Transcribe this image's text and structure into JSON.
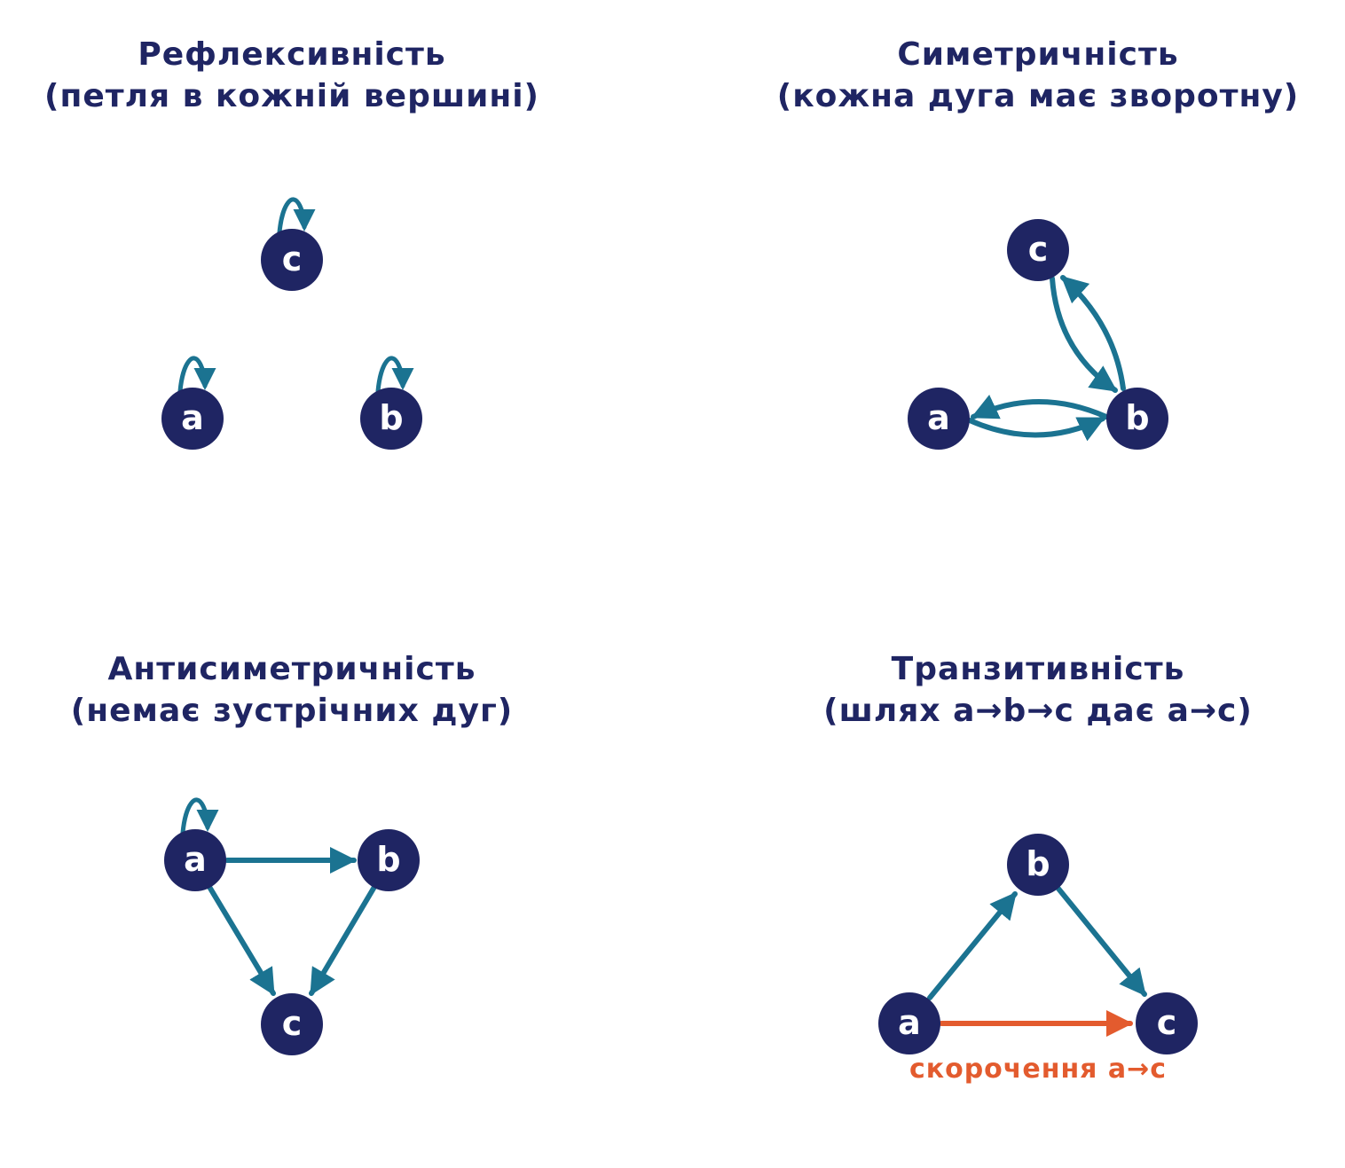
{
  "colors": {
    "node": "#1f2563",
    "edge": "#1b7391",
    "highlight": "#e35b2e",
    "label_on_node": "#ffffff",
    "title": "#1f2563"
  },
  "panels": [
    {
      "id": "reflexive",
      "title_line1": "Рефлексивність",
      "title_line2": "(петля в кожній вершині)",
      "nodes": [
        {
          "id": "c",
          "label": "c"
        },
        {
          "id": "a",
          "label": "a"
        },
        {
          "id": "b",
          "label": "b"
        }
      ],
      "loops": [
        "c",
        "a",
        "b"
      ],
      "edges": []
    },
    {
      "id": "symmetric",
      "title_line1": "Симетричність",
      "title_line2": "(кожна дуга має зворотну)",
      "nodes": [
        {
          "id": "c",
          "label": "c"
        },
        {
          "id": "a",
          "label": "a"
        },
        {
          "id": "b",
          "label": "b"
        }
      ],
      "loops": [],
      "edges": [
        {
          "from": "a",
          "to": "b"
        },
        {
          "from": "b",
          "to": "a"
        },
        {
          "from": "c",
          "to": "b"
        },
        {
          "from": "b",
          "to": "c"
        }
      ]
    },
    {
      "id": "antisymmetric",
      "title_line1": "Антисиметричність",
      "title_line2": "(немає зустрічних дуг)",
      "nodes": [
        {
          "id": "a",
          "label": "a"
        },
        {
          "id": "b",
          "label": "b"
        },
        {
          "id": "c",
          "label": "c"
        }
      ],
      "loops": [
        "a"
      ],
      "edges": [
        {
          "from": "a",
          "to": "b"
        },
        {
          "from": "a",
          "to": "c"
        },
        {
          "from": "b",
          "to": "c"
        }
      ]
    },
    {
      "id": "transitive",
      "title_line1": "Транзитивність",
      "title_line2": "(шлях a→b→c дає a→c)",
      "nodes": [
        {
          "id": "b",
          "label": "b"
        },
        {
          "id": "a",
          "label": "a"
        },
        {
          "id": "c",
          "label": "c"
        }
      ],
      "loops": [],
      "edges": [
        {
          "from": "a",
          "to": "b"
        },
        {
          "from": "b",
          "to": "c"
        },
        {
          "from": "a",
          "to": "c",
          "highlight": true
        }
      ],
      "note": "скорочення a→c"
    }
  ]
}
